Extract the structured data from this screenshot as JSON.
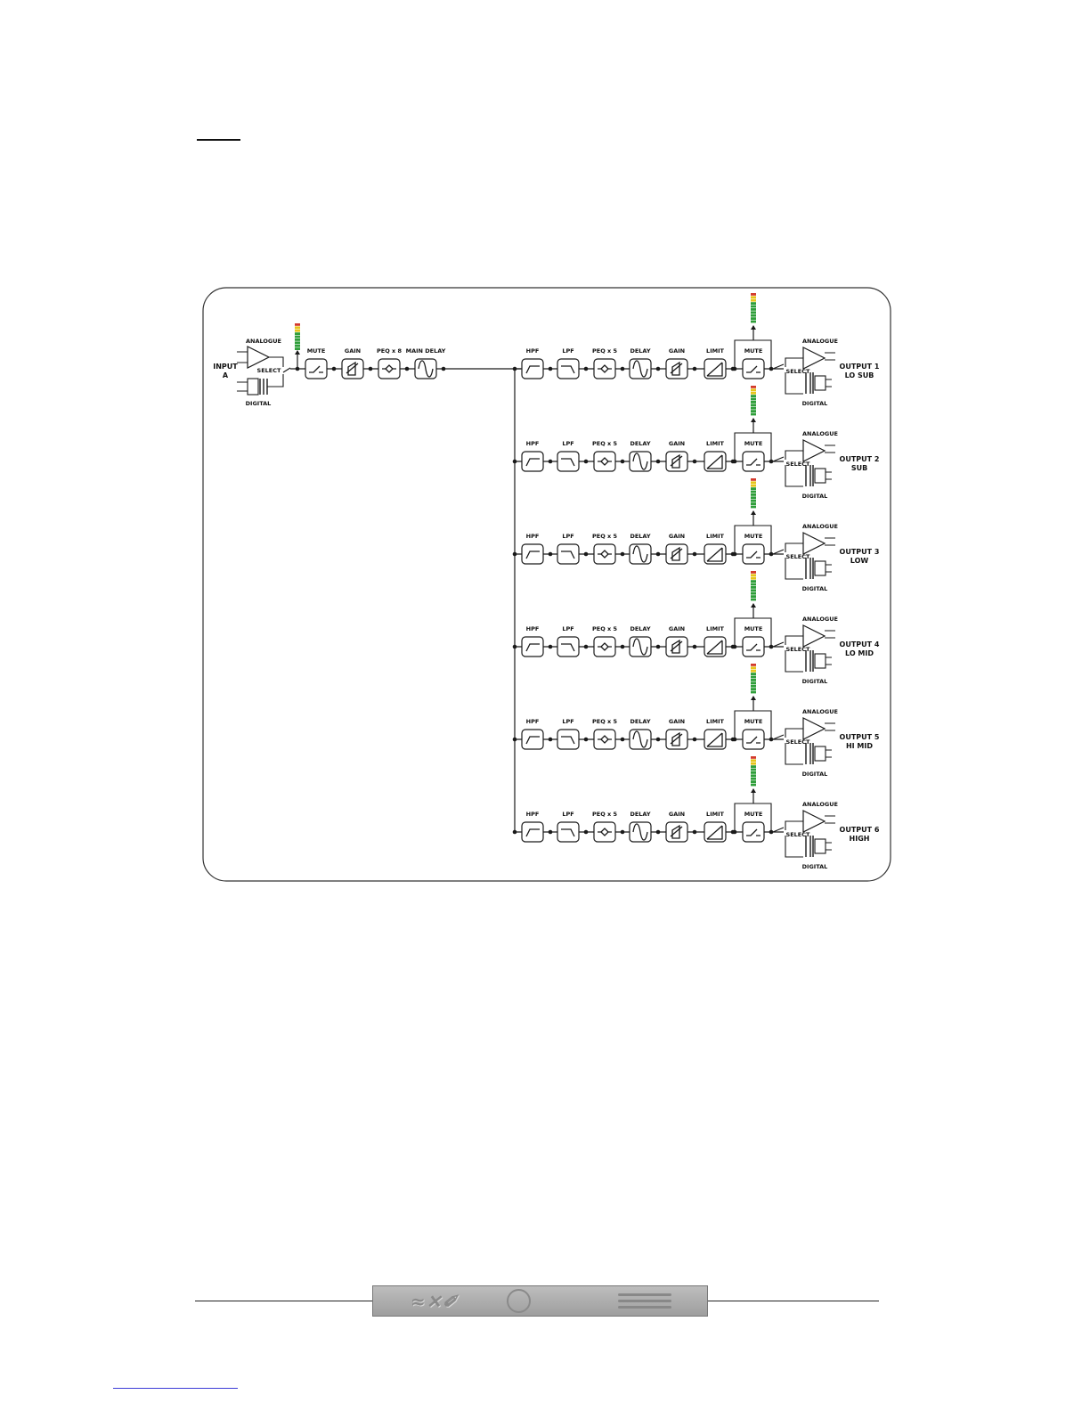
{
  "input": {
    "title_line1": "INPUT",
    "title_line2": "A"
  },
  "input_section": {
    "analogue": "ANALOGUE",
    "digital": "DIGITAL",
    "select": "SELECT",
    "blocks": [
      "MUTE",
      "GAIN",
      "PEQ x 8",
      "MAIN DELAY"
    ]
  },
  "output_blocks": [
    "HPF",
    "LPF",
    "PEQ x 5",
    "DELAY",
    "GAIN",
    "LIMIT",
    "MUTE"
  ],
  "output_io": {
    "analogue": "ANALOGUE",
    "digital": "DIGITAL",
    "select": "SELECT"
  },
  "outputs": [
    {
      "line1": "OUTPUT 1",
      "line2": "LO SUB"
    },
    {
      "line1": "OUTPUT 2",
      "line2": "SUB"
    },
    {
      "line1": "OUTPUT 3",
      "line2": "LOW"
    },
    {
      "line1": "OUTPUT 4",
      "line2": "LO MID"
    },
    {
      "line1": "OUTPUT 5",
      "line2": "HI MID"
    },
    {
      "line1": "OUTPUT 6",
      "line2": "HIGH"
    }
  ],
  "colors": {
    "line": "#1a1a1a",
    "meter_green": "#2f9e3a",
    "meter_yellow": "#e7c51c",
    "meter_red": "#d33a2c"
  }
}
